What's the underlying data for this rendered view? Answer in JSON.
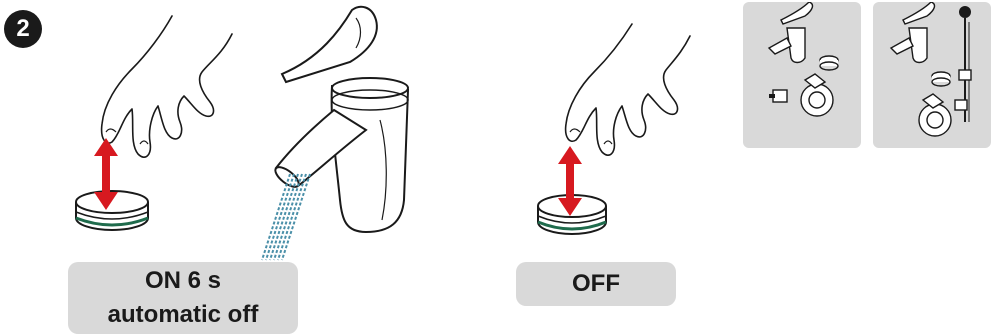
{
  "step": {
    "number": "2"
  },
  "labels": {
    "on_line1": "ON 6 s",
    "on_line2": "automatic off",
    "off": "OFF"
  },
  "colors": {
    "arrow": "#d71920",
    "button_ring": "#1f6b4c",
    "water": "#4a8fa8",
    "label_bg": "#d9d9d9",
    "thumb_bg": "#d9d9d9"
  },
  "icons": {
    "press_arrow": "double-vertical-arrow-icon",
    "hand": "hand-icon",
    "faucet": "faucet-icon",
    "push_button": "push-button-icon"
  }
}
